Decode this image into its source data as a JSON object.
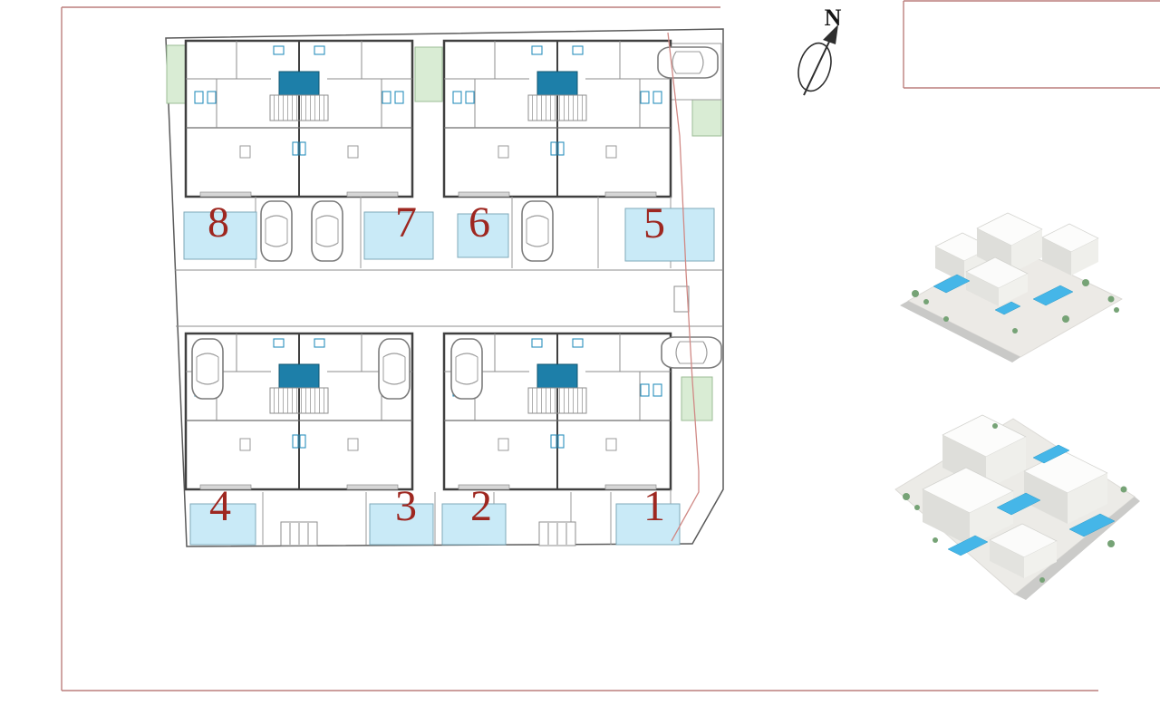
{
  "north": {
    "label": "N"
  },
  "units": [
    {
      "label": "8"
    },
    {
      "label": "7"
    },
    {
      "label": "6"
    },
    {
      "label": "5"
    },
    {
      "label": "4"
    },
    {
      "label": "3"
    },
    {
      "label": "2"
    },
    {
      "label": "1"
    }
  ],
  "colors": {
    "pool": "#c9eaf7",
    "pool_render": "#45b6e8",
    "green": "#d9ecd4",
    "stair_teal": "#1d7fa9",
    "fixture_blue": "#2a8fbd",
    "boundary_red": "#d08985",
    "frame_red": "#bc7f7d",
    "number_red": "#9e2720"
  }
}
